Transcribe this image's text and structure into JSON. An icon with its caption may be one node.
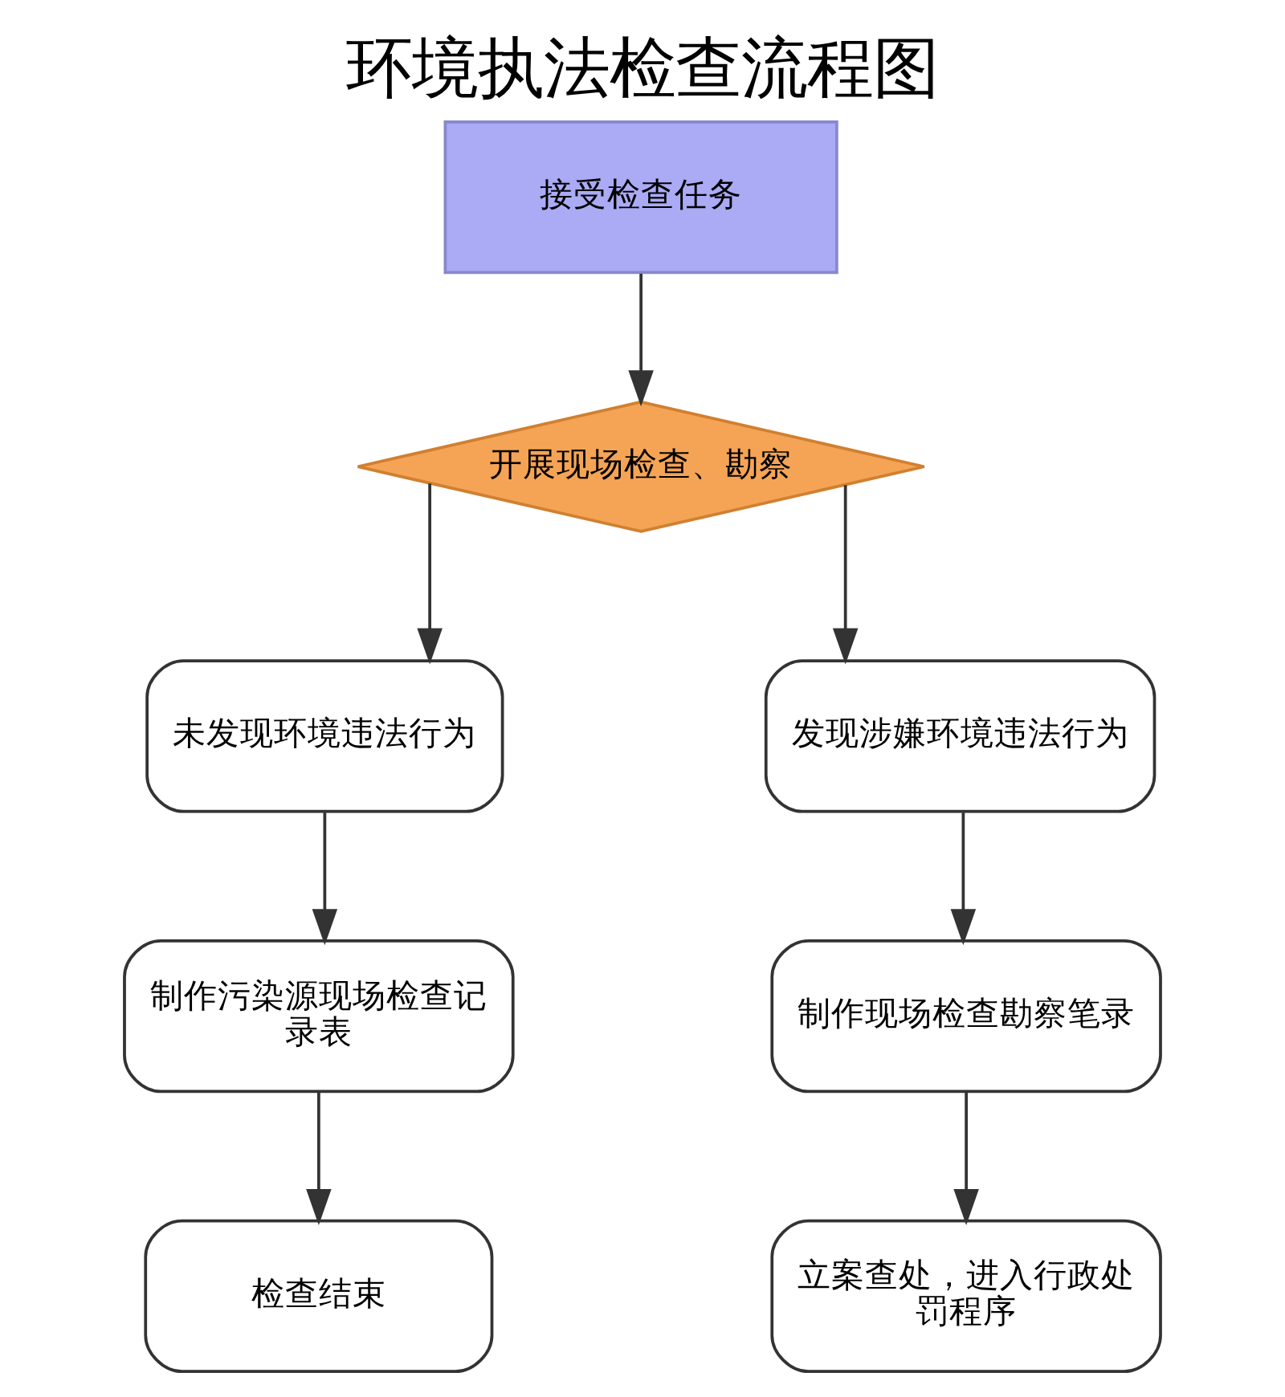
{
  "diagram": {
    "title": "环境执法检查流程图",
    "nodes": [
      {
        "text": [
          "接受检查任务"
        ]
      },
      {
        "text": [
          "开展现场检查、勘察"
        ]
      },
      {
        "text": [
          "未发现环境违法行为"
        ]
      },
      {
        "text": [
          "发现涉嫌环境违法行为"
        ]
      },
      {
        "text": [
          "制作污染源现场检查记录表"
        ]
      },
      {
        "text": [
          "制作现场检查勘察笔录"
        ]
      },
      {
        "text": [
          "检查结束"
        ]
      },
      {
        "text": [
          "立案查处，进入行政处罚程序"
        ]
      }
    ],
    "edges": [
      {
        "from": 0,
        "to": 1,
        "arrow": "to"
      },
      {
        "from": 1,
        "to": 2,
        "arrow": "to"
      },
      {
        "from": 1,
        "to": 3,
        "arrow": "to"
      },
      {
        "from": 2,
        "to": 4,
        "arrow": "to"
      },
      {
        "from": 3,
        "to": 5,
        "arrow": "to"
      },
      {
        "from": 4,
        "to": 6,
        "arrow": "to"
      },
      {
        "from": 5,
        "to": 7,
        "arrow": "to"
      }
    ]
  }
}
